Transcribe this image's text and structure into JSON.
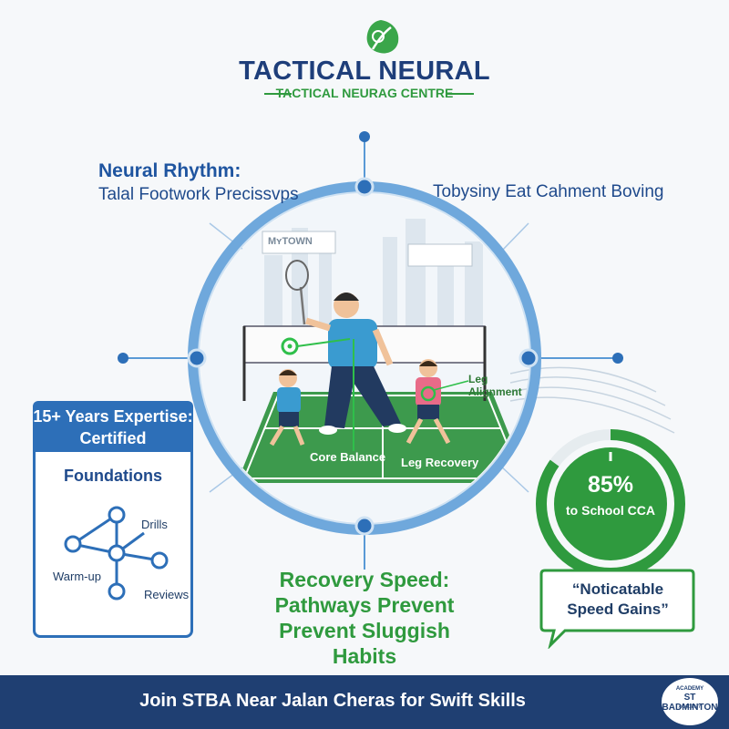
{
  "brand": {
    "title": "TACTICAL NEURAL",
    "subtitle": "TACTICAL NEURAG CENTRE"
  },
  "callouts": {
    "rhythm_title": "Neural Rhythm:",
    "rhythm_sub": "Talal Footwork Precissvps",
    "toby": "Tobysiny Eat Cahment Boving",
    "recovery_l1": "Recovery Speed:",
    "recovery_l2": "Pathways Prevent",
    "recovery_l3": "Prevent Sluggish Habits"
  },
  "scene": {
    "sign": "MʏTOWN",
    "core_balance": "Core Balance",
    "leg_recovery": "Leg Recovery",
    "leg_alignment_l1": "Leg",
    "leg_alignment_l2": "Alignment"
  },
  "expertise": {
    "heading_l1": "15+ Years Expertise:",
    "heading_l2": "Certified",
    "foundations": "Foundations",
    "drills": "Drills",
    "warmup": "Warm-up",
    "reviews": "Reviews"
  },
  "gauge": {
    "percent_label": "85%",
    "value": 0.85,
    "label": "to School CCA"
  },
  "quote": {
    "line1": "“Noticatable",
    "line2": "Speed Gains”"
  },
  "footer": {
    "text": "Join STBA Near Jalan Cheras for Swift Skills"
  },
  "badge": {
    "top": "ACADEMY",
    "mid": "ST BADMINTON",
    "bot": "ACADEMY"
  },
  "colors": {
    "navy": "#1f3f72",
    "blue": "#2d6fb8",
    "green": "#2f9a3e",
    "ring": "#6fa8dc"
  },
  "icons": [
    "leaf-icon",
    "shuttle-racket-icon"
  ]
}
